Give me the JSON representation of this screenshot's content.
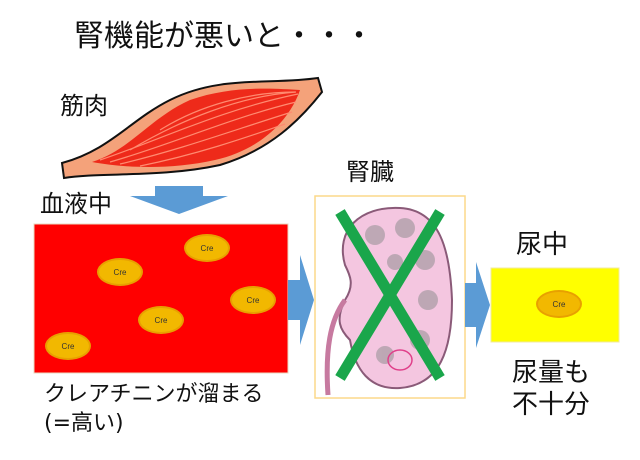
{
  "title": "腎機能が悪いと・・・",
  "labels": {
    "muscle": "筋肉",
    "blood": "血液中",
    "kidney": "腎臓",
    "urine": "尿中",
    "accumulate_line1": "クレアチニンが溜まる",
    "accumulate_line2": "(=高い)",
    "urine_note_line1": "尿量も",
    "urine_note_line2": "不十分"
  },
  "particles": {
    "blood": [
      "Cre",
      "Cre",
      "Cre",
      "Cre",
      "Cre"
    ],
    "urine": [
      "Cre"
    ]
  },
  "colors": {
    "blood": "#ff0000",
    "urine": "#ffff00",
    "creatinine": "#f2b800",
    "arrow": "#5b9bd5",
    "cross": "#1aa64b",
    "kidney": "#f4c6e0"
  }
}
